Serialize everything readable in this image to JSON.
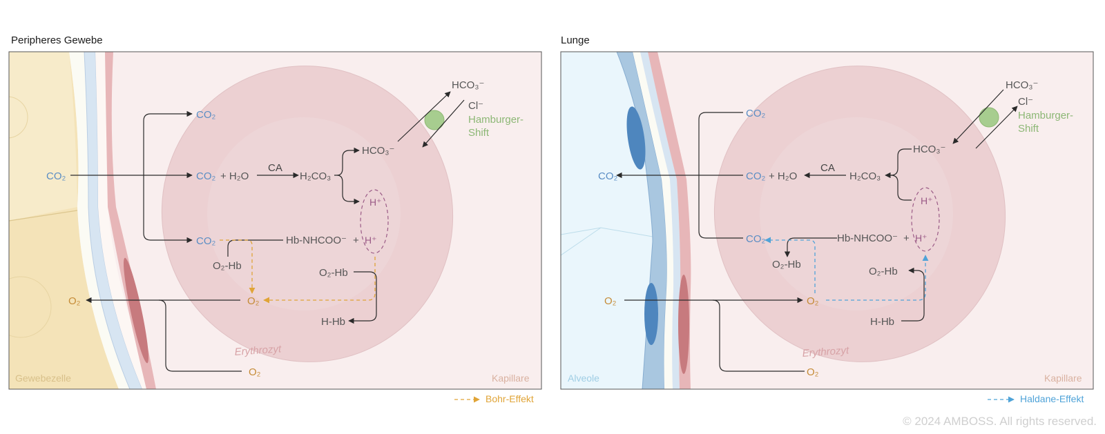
{
  "left": {
    "title": "Peripheres Gewebe",
    "region_left": "Gewebezelle",
    "region_right": "Kapillare",
    "cell": "Erythrozyt",
    "labels": {
      "co2_tissue": "CO₂",
      "co2_top": "CO₂",
      "co2_mid": "CO₂",
      "h2o": "+ H₂O",
      "ca": "CA",
      "h2co3": "H₂CO₃",
      "hco3": "HCO₃⁻",
      "hco3_out": "HCO₃⁻",
      "cl": "Cl⁻",
      "hamburger1": "Hamburger-",
      "hamburger2": "Shift",
      "h_plus_top": "H⁺",
      "co2_low": "CO₂",
      "hb_nhcoo": "Hb-NHCOO⁻",
      "plus": "+",
      "h_plus_low": "H⁺",
      "o2hb_left": "O₂-Hb",
      "o2hb_right": "O₂-Hb",
      "o2_center": "O₂",
      "o2_tissue": "O₂",
      "hhb": "H-Hb",
      "o2_bottom": "O₂"
    },
    "legend": "Bohr-Effekt",
    "legend_color": "#e0a437"
  },
  "right": {
    "title": "Lunge",
    "region_left": "Alveole",
    "region_right": "Kapillare",
    "cell": "Erythrozyt",
    "labels": {
      "co2_alv": "CO₂",
      "co2_top": "CO₂",
      "co2_mid": "CO₂",
      "h2o": "+ H₂O",
      "ca": "CA",
      "h2co3": "H₂CO₃",
      "hco3": "HCO₃⁻",
      "hco3_in": "HCO₃⁻",
      "cl": "Cl⁻",
      "hamburger1": "Hamburger-",
      "hamburger2": "Shift",
      "h_plus_top": "H⁺",
      "co2_low": "CO₂",
      "hb_nhcoo": "Hb-NHCOO⁻",
      "plus": "+",
      "h_plus_low": "H⁺",
      "o2hb_left": "O₂-Hb",
      "o2hb_right": "O₂-Hb",
      "o2_center": "O₂",
      "o2_alv": "O₂",
      "hhb": "H-Hb",
      "o2_bottom": "O₂"
    },
    "legend": "Haldane-Effekt",
    "legend_color": "#4fa3d8"
  },
  "copyright": "© 2024 AMBOSS. All rights reserved."
}
